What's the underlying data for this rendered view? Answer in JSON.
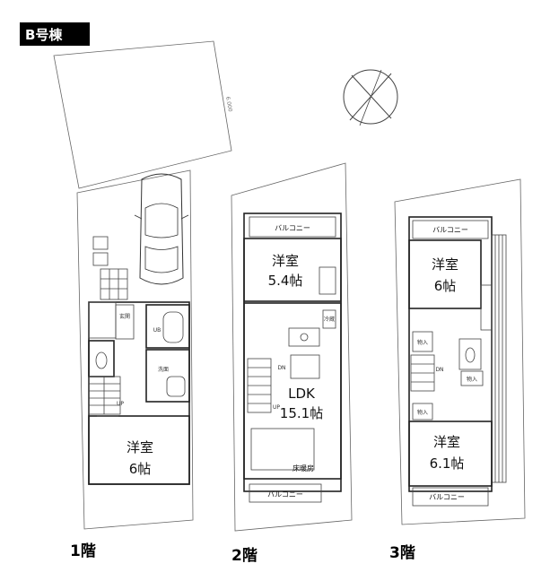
{
  "building": {
    "badge": "B号棟"
  },
  "site": {
    "road_width_label": "6.000"
  },
  "floors": [
    {
      "label": "1階",
      "rooms": [
        {
          "name": "洋室",
          "size": "6帖"
        }
      ],
      "small_labels": [
        "玄関",
        "UB",
        "洗面",
        "UP"
      ]
    },
    {
      "label": "2階",
      "rooms": [
        {
          "name": "洋室",
          "size": "5.4帖"
        },
        {
          "name": "LDK",
          "size": "15.1帖"
        }
      ],
      "small_labels": [
        "バルコニー",
        "バルコニー",
        "床暖房",
        "DN",
        "UP",
        "冷蔵"
      ]
    },
    {
      "label": "3階",
      "rooms": [
        {
          "name": "洋室",
          "size": "6帖"
        },
        {
          "name": "洋室",
          "size": "6.1帖"
        }
      ],
      "small_labels": [
        "バルコニー",
        "バルコニー",
        "物入",
        "物入",
        "物入",
        "DN"
      ]
    }
  ]
}
